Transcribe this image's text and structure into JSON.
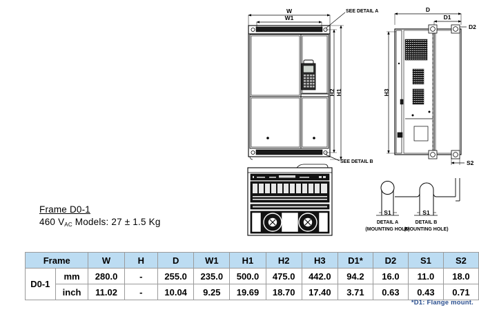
{
  "caption": {
    "frame_label": "Frame D0-1",
    "model_prefix": "460 V",
    "model_sub": "AC",
    "model_rest": " Models: 27 ± 1.5 Kg"
  },
  "drawing": {
    "front_view": {
      "dim_w": "W",
      "dim_w1": "W1",
      "dim_h1": "H1",
      "dim_h2": "H2",
      "see_detail_a": "SEE DETAIL A",
      "see_detail_b": "SEE DETAIL B"
    },
    "side_view": {
      "dim_d": "D",
      "dim_d1": "D1",
      "dim_d2": "D2",
      "dim_h3": "H3",
      "dim_s2": "S2"
    },
    "detail_a": {
      "title": "DETAIL A",
      "subtitle": "(MOUNTING HOLE)",
      "dim_s1": "S1"
    },
    "detail_b": {
      "title": "DETAIL B",
      "subtitle": "(MOUNTING HOLE)",
      "dim_s1": "S1"
    }
  },
  "table": {
    "frame_header": "Frame",
    "columns": [
      "W",
      "H",
      "D",
      "W1",
      "H1",
      "H2",
      "H3",
      "D1*",
      "D2",
      "S1",
      "S2"
    ],
    "frame_id": "D0-1",
    "rows": [
      {
        "unit": "mm",
        "values": [
          "280.0",
          "-",
          "255.0",
          "235.0",
          "500.0",
          "475.0",
          "442.0",
          "94.2",
          "16.0",
          "11.0",
          "18.0"
        ]
      },
      {
        "unit": "inch",
        "values": [
          "11.02",
          "-",
          "10.04",
          "9.25",
          "19.69",
          "18.70",
          "17.40",
          "3.71",
          "0.63",
          "0.43",
          "0.71"
        ]
      }
    ],
    "footnote": "*D1: Flange mount.",
    "header_bg": "#bcdcf2",
    "frameid_bg": "#f1f2df",
    "footnote_color": "#2a4f8f"
  }
}
